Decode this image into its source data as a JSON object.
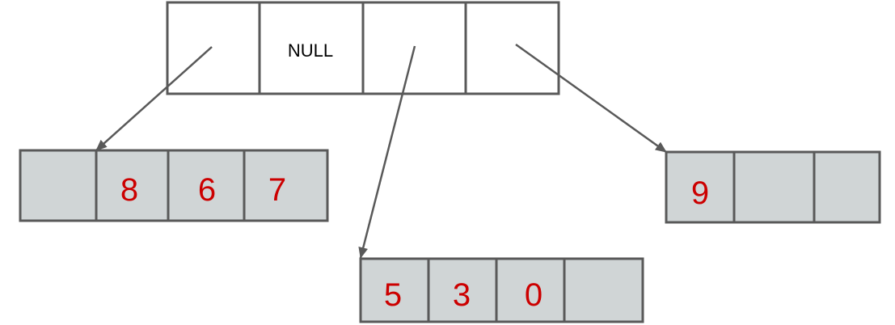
{
  "colors": {
    "stroke": "#595959",
    "top_fill": "#ffffff",
    "bucket_fill": "#d0d5d6",
    "value_text": "#cc0000",
    "label_text": "#000000"
  },
  "top_array": {
    "cells": [
      "",
      "NULL",
      "",
      ""
    ]
  },
  "buckets": {
    "left": [
      "",
      "8",
      "6",
      "7"
    ],
    "middle": [
      "5",
      "3",
      "0",
      ""
    ],
    "right": [
      "9",
      "",
      ""
    ]
  }
}
